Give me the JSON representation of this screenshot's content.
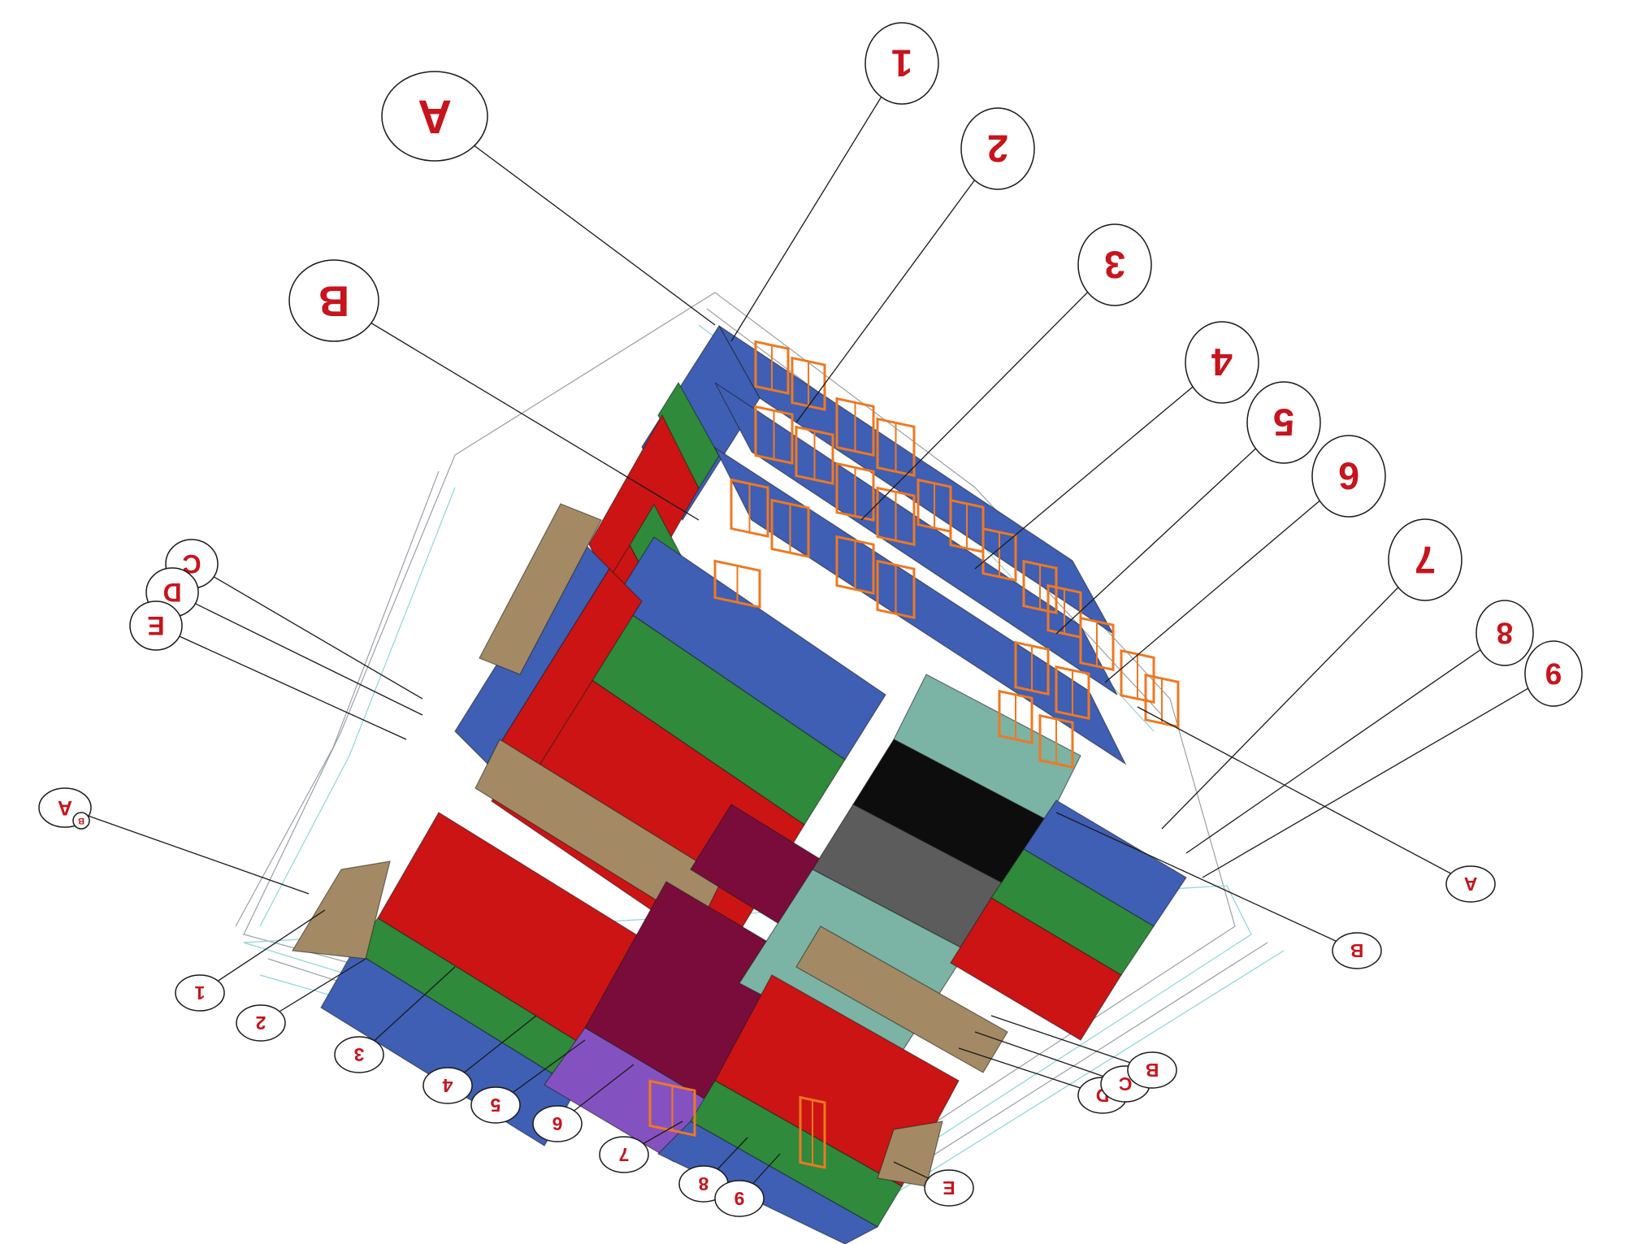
{
  "diagram": {
    "colors": {
      "background": "#ffffff",
      "slab_blue": "#3f5fb4",
      "slab_green": "#2f8a3c",
      "slab_red": "#cc1414",
      "slab_tan": "#a38a64",
      "slab_maroon": "#7a0c3c",
      "slab_purple": "#8452c0",
      "slab_teal": "#7bb3a4",
      "slab_black": "#0d0d0d",
      "slab_gray": "#5c5c5c",
      "window_orange": "#f07820",
      "grid_line": "#1a1a1a",
      "label_red": "#c8141c",
      "wireframe": "#9aa0a8",
      "wireframe_cyan": "#8fd6d6"
    },
    "top_bubbles": [
      "A",
      "1",
      "2",
      "3",
      "4",
      "5",
      "6",
      "7",
      "8",
      "9",
      "B",
      "C",
      "D",
      "E",
      "A",
      "B"
    ],
    "bottom_bubbles": [
      "1",
      "2",
      "3",
      "4",
      "5",
      "6",
      "7",
      "8",
      "9",
      "E",
      "D",
      "C",
      "B",
      "A",
      "B"
    ]
  }
}
